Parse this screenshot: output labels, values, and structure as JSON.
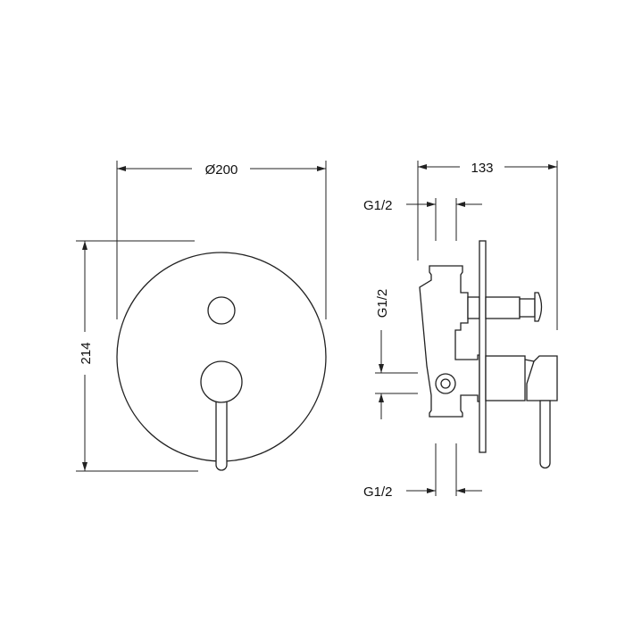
{
  "front_view": {
    "diameter_label": "Ø200",
    "height_label": "214"
  },
  "side_view": {
    "depth_label": "133",
    "inlet_top_label": "G1/2",
    "inlet_side_label": "G1/2",
    "inlet_bottom_label": "G1/2"
  },
  "colors": {
    "line": "#222222",
    "background": "#ffffff"
  }
}
